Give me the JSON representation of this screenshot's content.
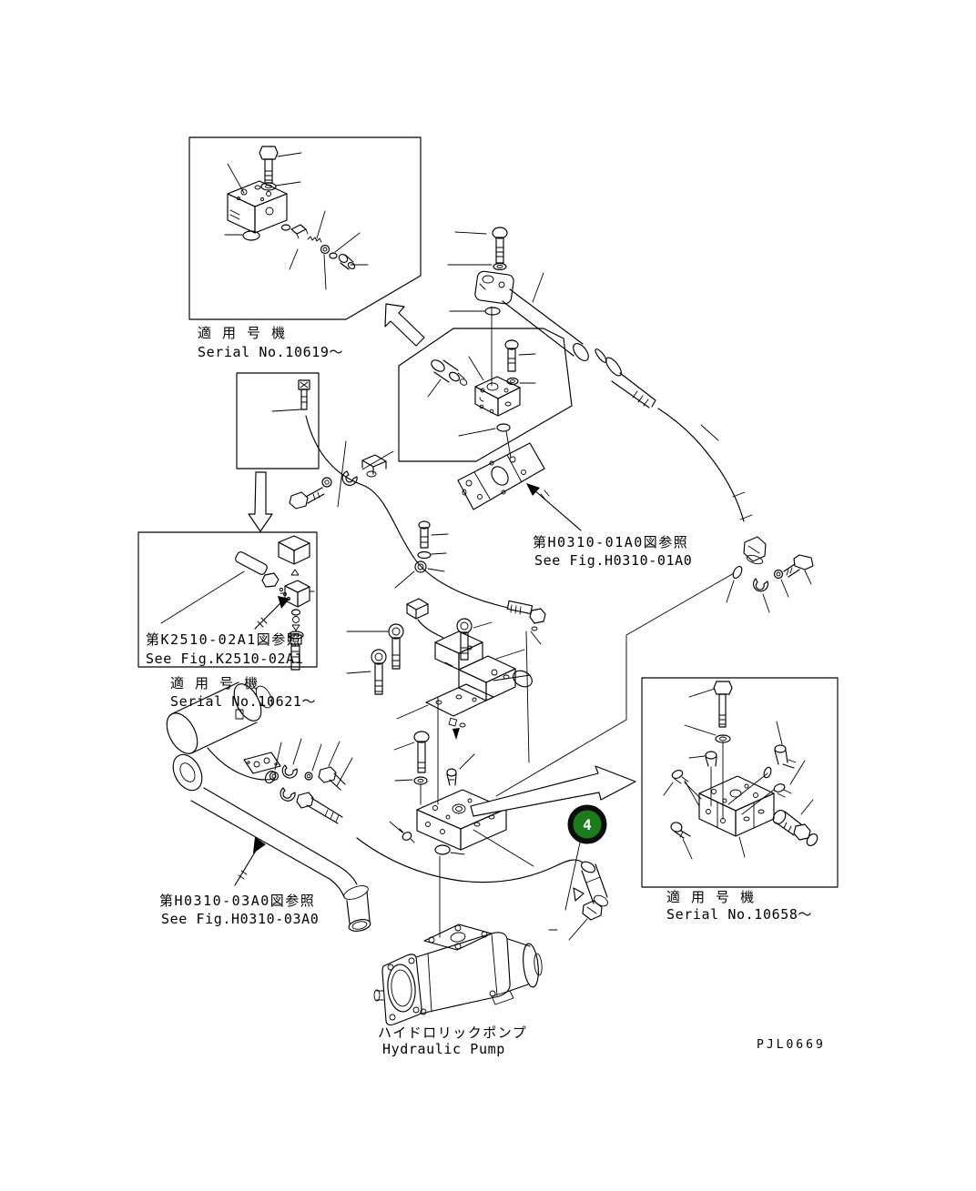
{
  "figure": {
    "drawing_code": "PJL0669",
    "background": "#ffffff",
    "line_color": "#000000"
  },
  "callout": {
    "number": "4",
    "fill": "#1c7c1c",
    "ring_color": "#0d0d0d",
    "text_color": "#ffffff"
  },
  "boxes": {
    "serial_10619": {
      "applicable_jp": "適 用 号 機",
      "serial": "Serial No.10619～"
    },
    "serial_10621": {
      "applicable_jp": "適 用 号 機",
      "serial": "Serial No.10621～"
    },
    "serial_10658": {
      "applicable_jp": "適 用 号 機",
      "serial": "Serial No.10658～"
    }
  },
  "references": {
    "h0310_01a0": {
      "jp": "第H0310-01A0図参照",
      "en": "See Fig.H0310-01A0"
    },
    "k2510_02a1": {
      "jp": "第K2510-02A1図参照",
      "en": "See Fig.K2510-02A1"
    },
    "h0310_03a0": {
      "jp": "第H0310-03A0図参照",
      "en": "See Fig.H0310-03A0"
    }
  },
  "equipment": {
    "hydraulic_pump_jp": "ハイドロリックポンプ",
    "hydraulic_pump_en": "Hydraulic Pump"
  }
}
